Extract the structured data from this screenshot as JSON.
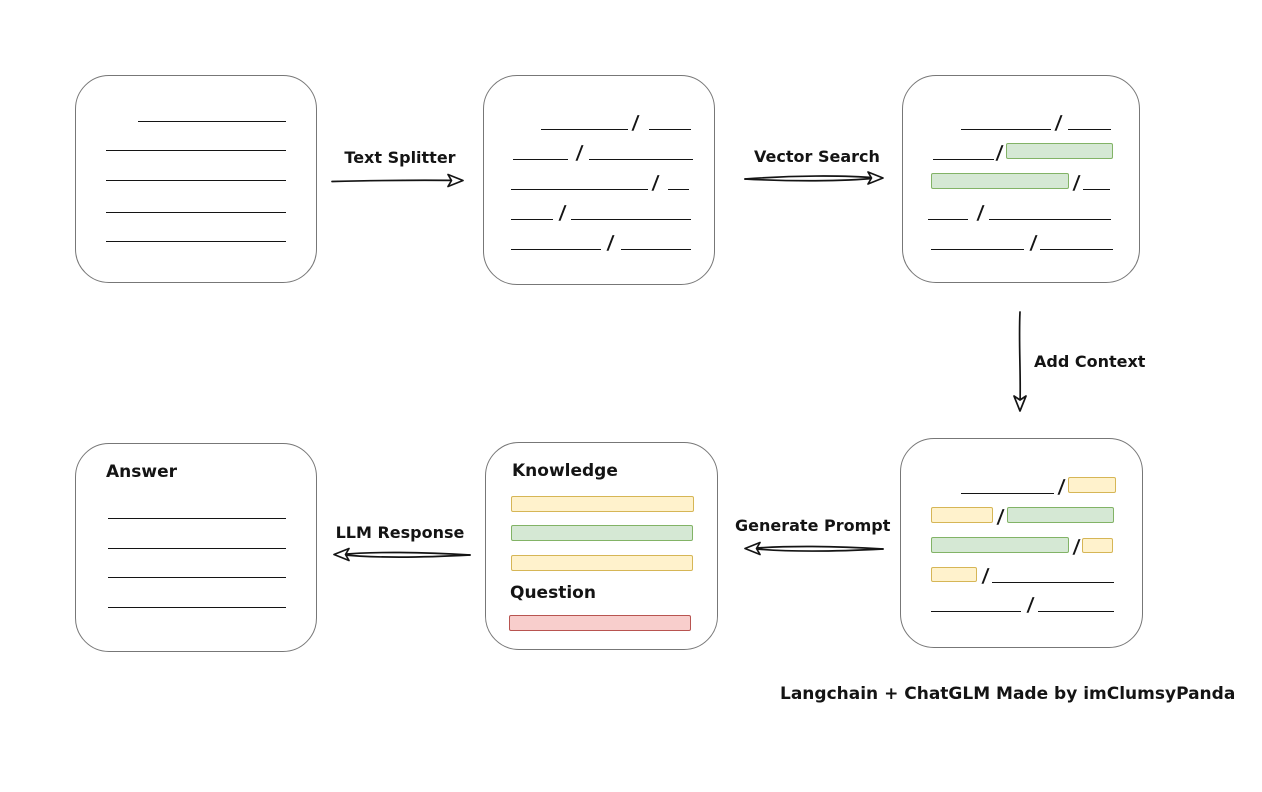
{
  "labels": {
    "text_splitter": "Text Splitter",
    "vector_search": "Vector Search",
    "add_context": "Add Context",
    "generate_prompt": "Generate Prompt",
    "llm_response": "LLM Response"
  },
  "prompt_box": {
    "knowledge": "Knowledge",
    "question": "Question"
  },
  "answer_box": {
    "title": "Answer"
  },
  "caption": "Langchain + ChatGLM Made by imClumsyPanda",
  "glyphs": {
    "slash": "/"
  },
  "colors": {
    "green_fill": "#d5e8d4",
    "green_border": "#82b366",
    "yellow_fill": "#fff2cc",
    "yellow_border": "#d6b656",
    "red_fill": "#f8cecc",
    "red_border": "#b85450",
    "box_border": "#777777",
    "ink": "#141414"
  }
}
